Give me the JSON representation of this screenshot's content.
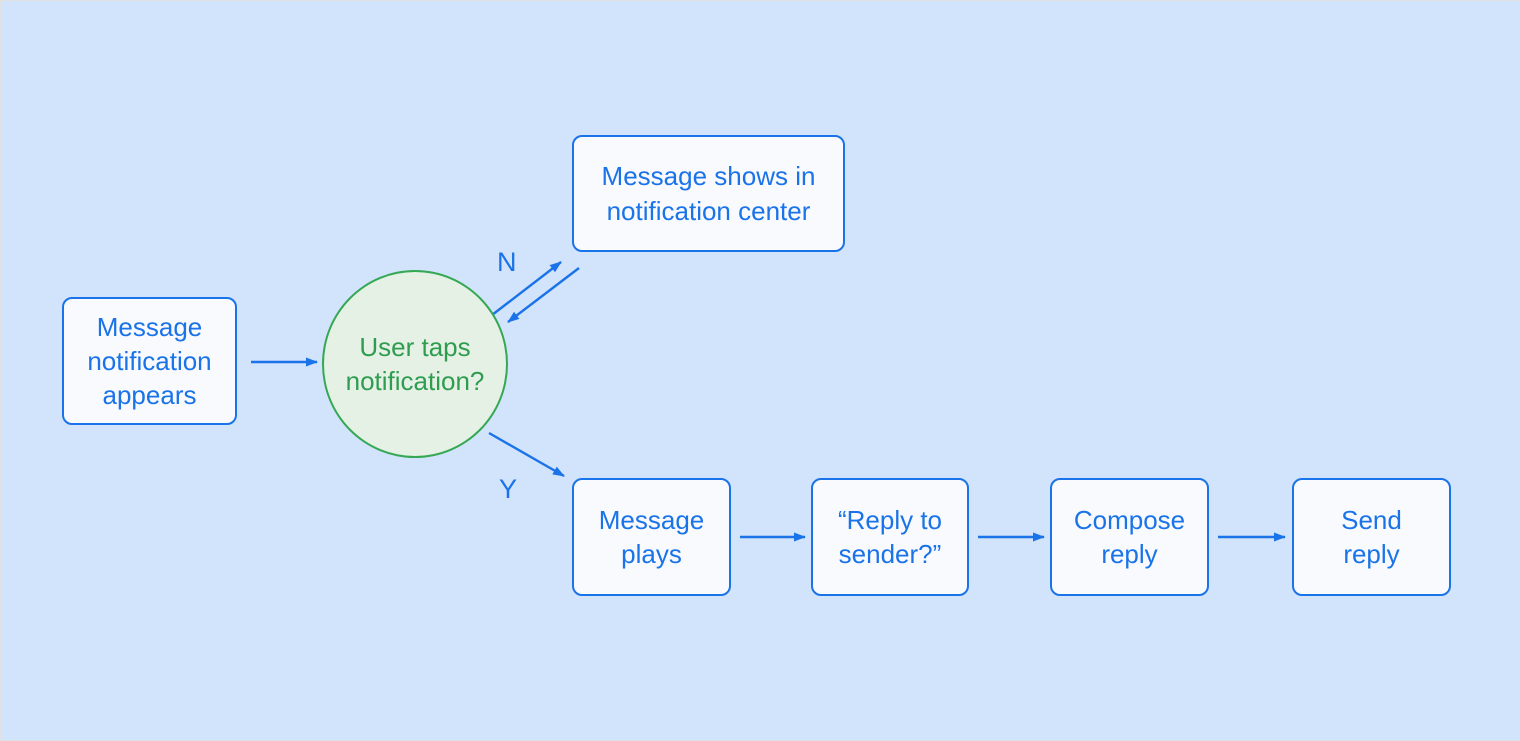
{
  "diagram": {
    "type": "flowchart",
    "background_color": "#d2e3fc",
    "palette": {
      "process_border": "#1a73e8",
      "process_fill": "#f8fafd",
      "process_text": "#1a73e8",
      "decision_border": "#34a853",
      "decision_fill": "#e6f1e6",
      "decision_text": "#2e9d50",
      "arrow": "#1a73e8",
      "edge_label_text": "#1a73e8"
    },
    "nodes": {
      "start": {
        "type": "process",
        "label": "Message\nnotification\nappears"
      },
      "decision": {
        "type": "decision",
        "label": "User taps\nnotification?"
      },
      "notification_center": {
        "type": "process",
        "label": "Message shows in\nnotification center"
      },
      "message_plays": {
        "type": "process",
        "label": "Message\nplays"
      },
      "reply_prompt": {
        "type": "process",
        "label": "“Reply to\nsender?”"
      },
      "compose_reply": {
        "type": "process",
        "label": "Compose\nreply"
      },
      "send_reply": {
        "type": "process",
        "label": "Send\nreply"
      }
    },
    "edge_labels": {
      "no": "N",
      "yes": "Y"
    },
    "edges": [
      {
        "from": "start",
        "to": "decision",
        "label": ""
      },
      {
        "from": "decision",
        "to": "notification_center",
        "label": "N"
      },
      {
        "from": "notification_center",
        "to": "decision",
        "label": ""
      },
      {
        "from": "decision",
        "to": "message_plays",
        "label": "Y"
      },
      {
        "from": "message_plays",
        "to": "reply_prompt",
        "label": ""
      },
      {
        "from": "reply_prompt",
        "to": "compose_reply",
        "label": ""
      },
      {
        "from": "compose_reply",
        "to": "send_reply",
        "label": ""
      }
    ]
  }
}
